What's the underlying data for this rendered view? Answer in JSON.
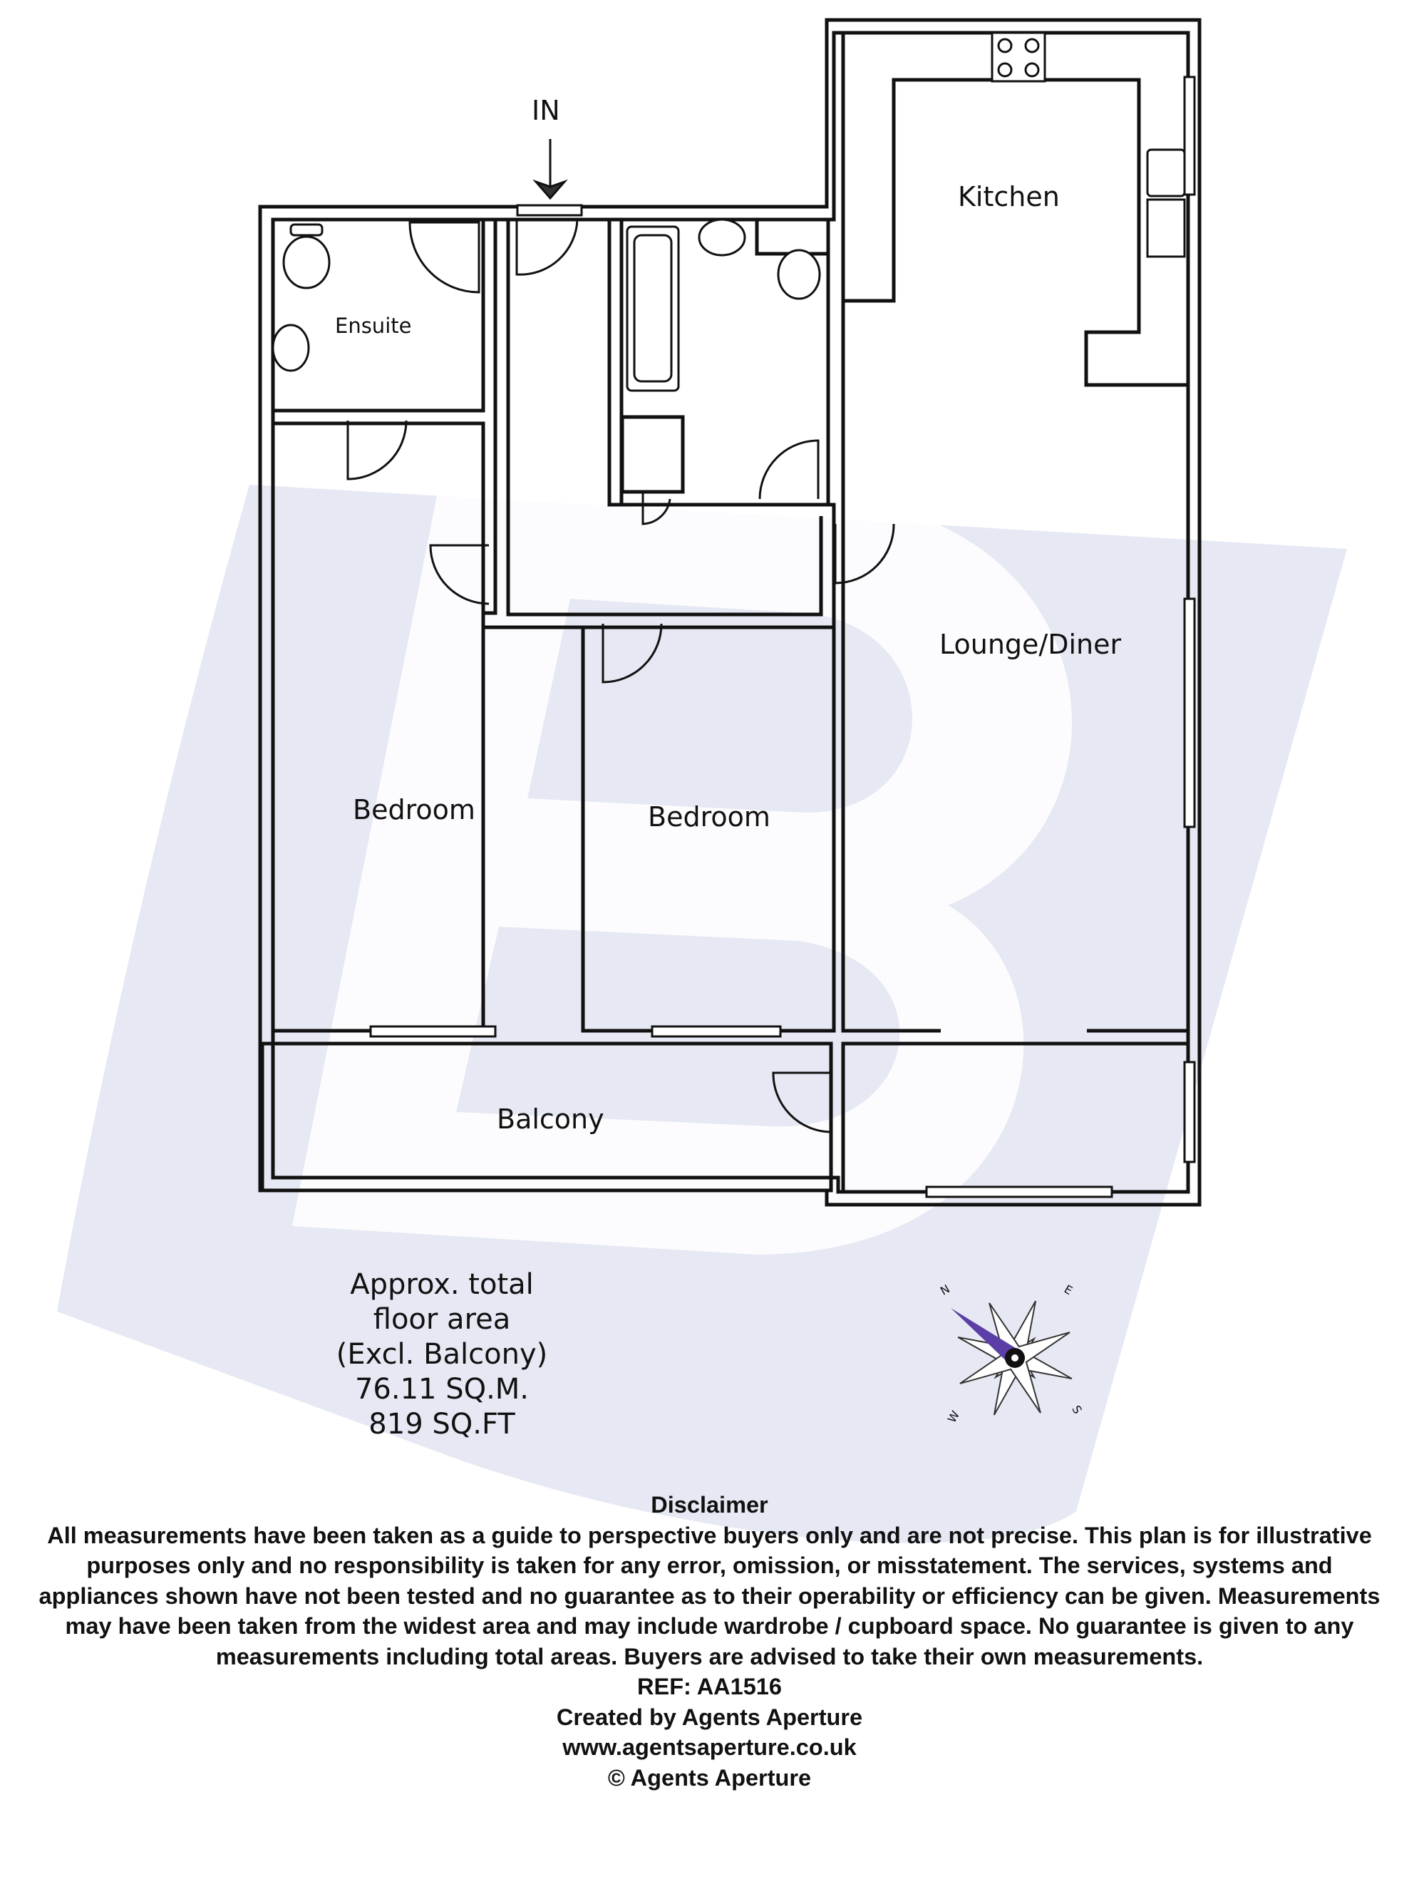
{
  "entrance_label": "IN",
  "rooms": {
    "kitchen": "Kitchen",
    "ensuite": "Ensuite",
    "lounge_diner": "Lounge/Diner",
    "bedroom_1": "Bedroom",
    "bedroom_2": "Bedroom",
    "balcony": "Balcony"
  },
  "area": {
    "line1": "Approx. total",
    "line2": "floor area",
    "line3": "(Excl. Balcony)",
    "sqm": "76.11 SQ.M.",
    "sqft": "819 SQ.FT"
  },
  "compass": {
    "n": "N",
    "e": "E",
    "s": "S",
    "w": "W"
  },
  "footer": {
    "disclaimer_title": "Disclaimer",
    "disclaimer_body": "All measurements have been taken as a guide to perspective buyers only and are not precise. This plan is for illustrative purposes only and no responsibility is taken for any error, omission, or misstatement. The services, systems and appliances shown have not been tested and no guarantee as to their operability or efficiency can be given. Measurements may have been taken from the widest area and may include wardrobe / cupboard space. No guarantee is given to any measurements including total areas. Buyers are advised to take their own measurements.",
    "ref": "REF: AA1516",
    "created_by": "Created by Agents Aperture",
    "website": "www.agentsaperture.co.uk",
    "copyright": "© Agents Aperture"
  },
  "colors": {
    "watermark": "#e6e9f3",
    "wall": "#111111",
    "compass_needle": "#5b3fa6"
  }
}
